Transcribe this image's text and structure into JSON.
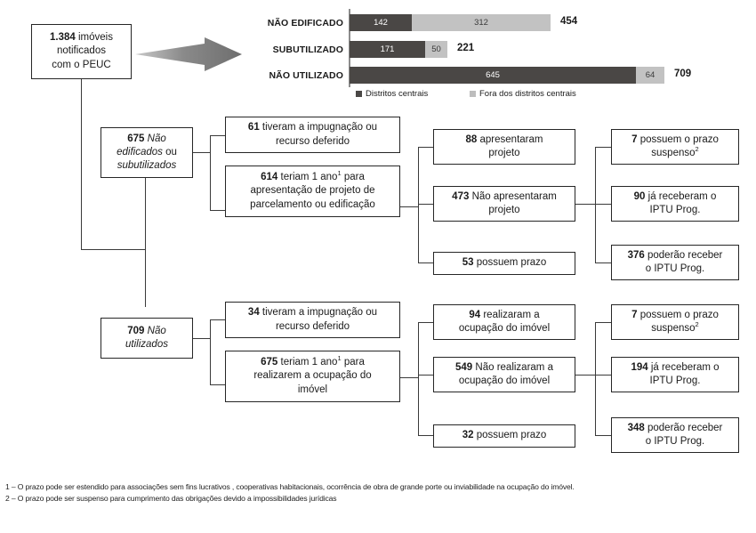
{
  "root": {
    "count": "1.384",
    "rest": " imóveis",
    "line2": "notificados",
    "line3": "com o PEUC"
  },
  "chart_data": {
    "type": "bar",
    "orientation": "horizontal",
    "stacked": true,
    "title": "",
    "categories": [
      "NÃO EDIFICADO",
      "SUBUTILIZADO",
      "NÃO UTILIZADO"
    ],
    "series": [
      {
        "name": "Distritos centrais",
        "color": "#4a4745",
        "values": [
          142,
          171,
          645
        ]
      },
      {
        "name": "Fora dos distritos centrais",
        "color": "#c2c2c2",
        "values": [
          312,
          50,
          64
        ]
      }
    ],
    "totals": [
      454,
      221,
      709
    ],
    "totals_text": [
      "454",
      "221",
      "709"
    ],
    "segment_labels": [
      [
        "142",
        "312"
      ],
      [
        "171",
        "50"
      ],
      [
        "645",
        "64"
      ]
    ],
    "xlim": [
      0,
      760
    ],
    "grid": false,
    "legend_position": "bottom"
  },
  "branches": {
    "edificados": {
      "count": "675",
      "l1_a": " Não",
      "l2_a": "edificados",
      "l2_b": " ou",
      "l3": "subutilizados",
      "col2": [
        {
          "count": "61",
          "lines": [
            "tiveram a impugnação ou",
            "recurso deferido"
          ]
        },
        {
          "count": "614",
          "lines": [
            "teriam 1 ano¹ para",
            "apresentação de projeto de",
            "parcelamento ou edificação"
          ]
        }
      ],
      "col3": [
        {
          "count": "88",
          "lines": [
            "apresentaram",
            "projeto"
          ]
        },
        {
          "count": "473",
          "lines": [
            "Não apresentaram",
            "projeto"
          ]
        },
        {
          "count": "53",
          "lines": [
            "possuem prazo"
          ]
        }
      ],
      "col4": [
        {
          "count": "7",
          "lines": [
            "possuem o prazo",
            "suspenso²"
          ]
        },
        {
          "count": "90",
          "lines": [
            "já receberam o",
            "IPTU Prog."
          ]
        },
        {
          "count": "376",
          "lines": [
            "poderão receber",
            "o IPTU Prog."
          ]
        }
      ]
    },
    "utilizados": {
      "count": "709",
      "l1_a": " Não",
      "l2": "utilizados",
      "col2": [
        {
          "count": "34",
          "lines": [
            "tiveram a impugnação ou",
            "recurso deferido"
          ]
        },
        {
          "count": "675",
          "lines": [
            "teriam 1 ano¹ para",
            "realizarem a ocupação do",
            "imóvel"
          ]
        }
      ],
      "col3": [
        {
          "count": "94",
          "lines": [
            "realizaram a",
            "ocupação do imóvel"
          ]
        },
        {
          "count": "549",
          "lines": [
            "Não realizaram a",
            "ocupação do imóvel"
          ]
        },
        {
          "count": "32",
          "lines": [
            "possuem prazo"
          ]
        }
      ],
      "col4": [
        {
          "count": "7",
          "lines": [
            "possuem o prazo",
            "suspenso²"
          ]
        },
        {
          "count": "194",
          "lines": [
            "já receberam o",
            "IPTU Prog."
          ]
        },
        {
          "count": "348",
          "lines": [
            "poderão receber",
            "o IPTU Prog."
          ]
        }
      ]
    }
  },
  "footnotes": [
    "1 – O prazo pode ser estendido para  associações sem fins lucrativos , cooperativas habitacionais, ocorrência de obra de grande porte ou inviabilidade na ocupação do imóvel.",
    "2 – O prazo pode ser suspenso para cumprimento das obrigações devido a impossibilidades jurídicas"
  ]
}
